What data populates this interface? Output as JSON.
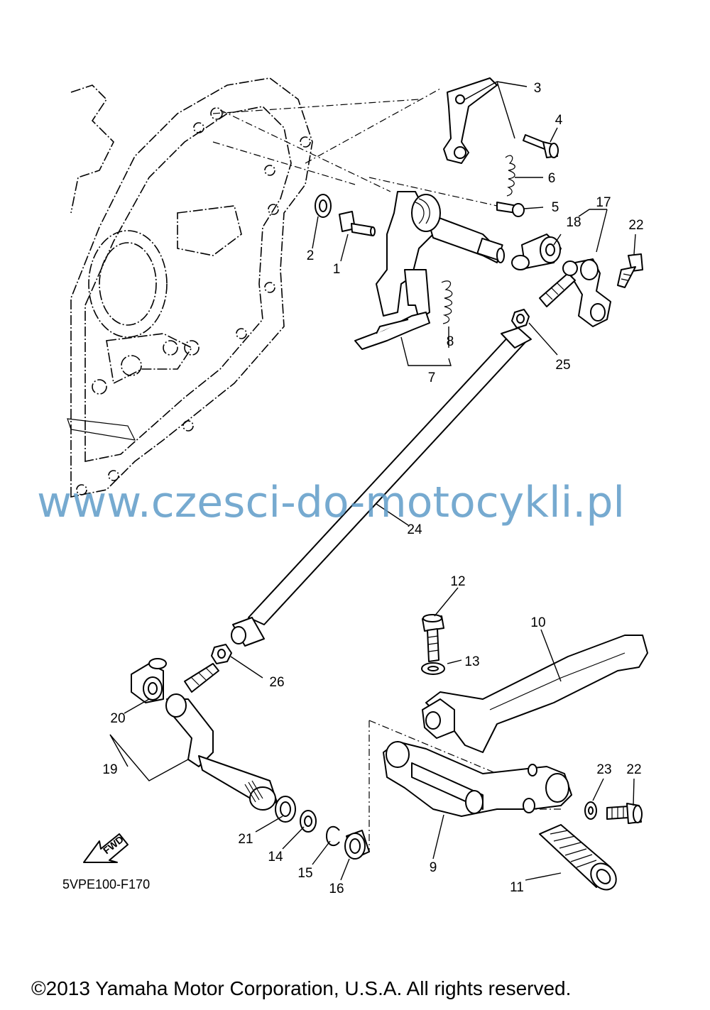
{
  "diagram_code": "5VPE100-F170",
  "copyright": "©2013 Yamaha Motor Corporation, U.S.A. All rights reserved.",
  "watermark": "www.czesci-do-motocykli.pl",
  "fwd_label": "FWD",
  "watermark_color": "#5e9bc8",
  "callouts": [
    "1",
    "2",
    "3",
    "4",
    "5",
    "6",
    "7",
    "8",
    "9",
    "10",
    "11",
    "12",
    "13",
    "14",
    "15",
    "16",
    "17",
    "18",
    "19",
    "20",
    "21",
    "22",
    "22",
    "23",
    "24",
    "25",
    "26"
  ]
}
